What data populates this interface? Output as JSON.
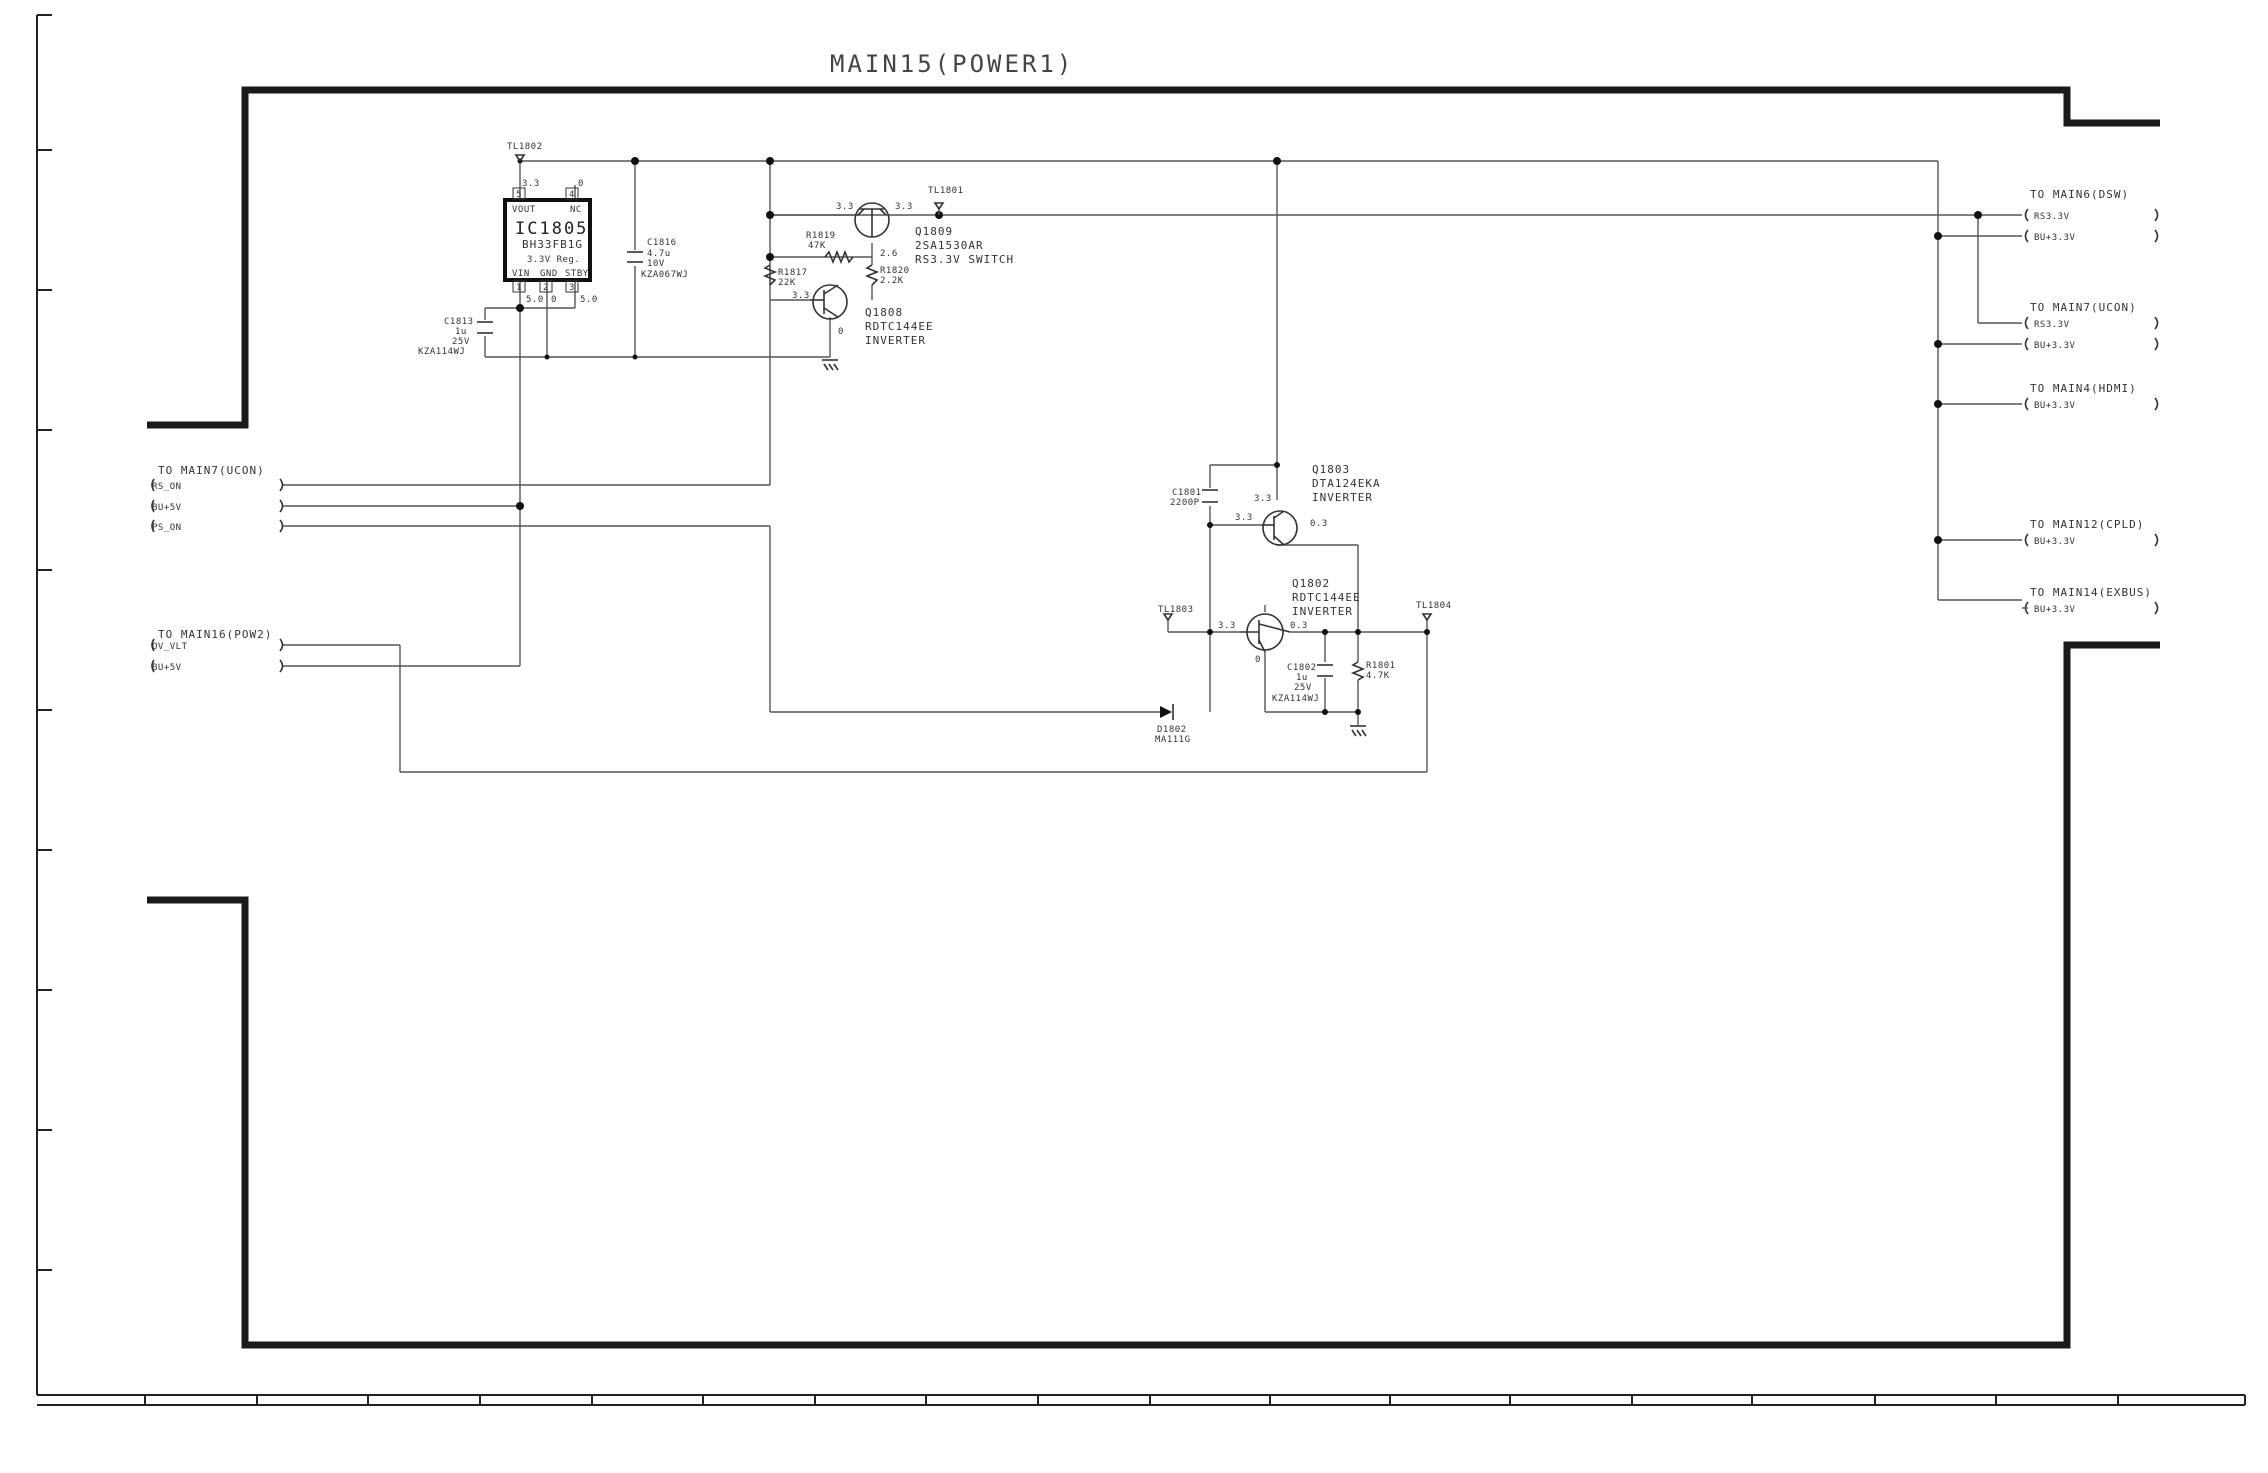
{
  "title": "MAIN15(POWER1)",
  "ic": {
    "ref": "IC1805",
    "part": "BH33FB1G",
    "desc": "3.3V Reg.",
    "pins_top": [
      "VOUT",
      "NC"
    ],
    "pins_bottom": [
      "VIN",
      "GND",
      "STBY"
    ],
    "pin_numbers": [
      "5",
      "4",
      "1",
      "2",
      "3"
    ],
    "top_voltages": [
      "3.3",
      "0"
    ],
    "bottom_voltages": [
      "5.0",
      "0",
      "5.0"
    ]
  },
  "testpoints": [
    "TL1802",
    "TL1801",
    "TL1803",
    "TL1804"
  ],
  "capacitors": [
    {
      "ref": "C1816",
      "lines": [
        "4.7u",
        "10V",
        "KZA067WJ"
      ]
    },
    {
      "ref": "C1813",
      "lines": [
        "1u",
        "25V",
        "KZA114WJ"
      ]
    },
    {
      "ref": "C1801",
      "lines": [
        "2200P"
      ]
    },
    {
      "ref": "C1802",
      "lines": [
        "1u",
        "25V",
        "KZA114WJ"
      ]
    }
  ],
  "resistors": [
    {
      "ref": "R1819",
      "value": "47K"
    },
    {
      "ref": "R1817",
      "value": "22K"
    },
    {
      "ref": "R1820",
      "value": "2.2K"
    },
    {
      "ref": "R1801",
      "value": "4.7K"
    }
  ],
  "transistors": [
    {
      "ref": "Q1809",
      "part": "2SA1530AR",
      "desc": "RS3.3V SWITCH"
    },
    {
      "ref": "Q1808",
      "part": "RDTC144EE",
      "desc": "INVERTER"
    },
    {
      "ref": "Q1803",
      "part": "DTA124EKA",
      "desc": "INVERTER"
    },
    {
      "ref": "Q1802",
      "part": "RDTC144EE",
      "desc": "INVERTER"
    }
  ],
  "diode": {
    "ref": "D1802",
    "part": "MA111G"
  },
  "voltages": {
    "q1809_e": "3.3",
    "q1809_c": "3.3",
    "q1809_b": "2.6",
    "q1808_b": "3.3",
    "q1808_e": "0",
    "q1803_e": "3.3",
    "q1803_b": "3.3",
    "q1803_c": "0.3",
    "q1802_b": "3.3",
    "q1802_c": "0.3",
    "q1802_e": "0"
  },
  "left_connectors": [
    {
      "title": "TO MAIN7(UCON)",
      "signals": [
        "RS_ON",
        "BU+5V",
        "PS_ON"
      ]
    },
    {
      "title": "TO MAIN16(POW2)",
      "signals": [
        "OV_VLT",
        "BU+5V"
      ]
    }
  ],
  "right_connectors": [
    {
      "title": "TO MAIN6(DSW)",
      "signals": [
        "RS3.3V",
        "BU+3.3V"
      ]
    },
    {
      "title": "TO MAIN7(UCON)",
      "signals": [
        "RS3.3V",
        "BU+3.3V"
      ]
    },
    {
      "title": "TO MAIN4(HDMI)",
      "signals": [
        "BU+3.3V"
      ]
    },
    {
      "title": "TO MAIN12(CPLD)",
      "signals": [
        "BU+3.3V"
      ]
    },
    {
      "title": "TO MAIN14(EXBUS)",
      "signals": [
        "BU+3.3V"
      ]
    }
  ]
}
